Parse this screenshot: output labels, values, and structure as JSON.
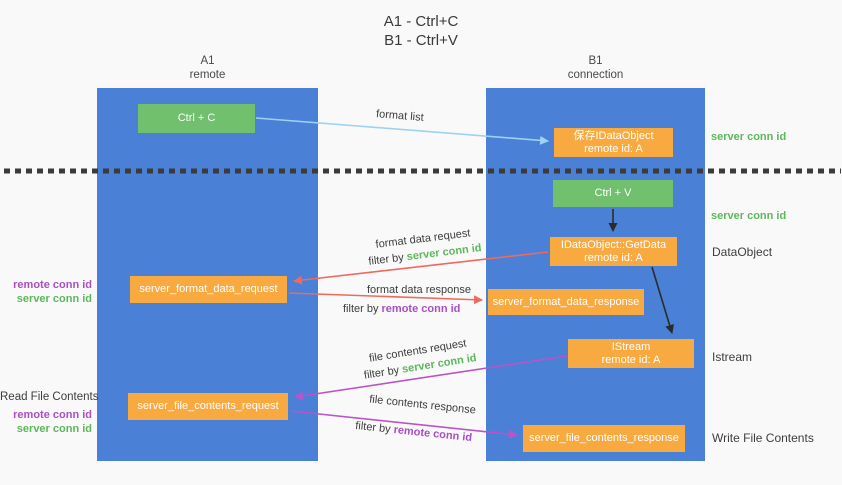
{
  "title": {
    "line1": "A1 - Ctrl+C",
    "line2": "B1 - Ctrl+V"
  },
  "lanes": {
    "left": {
      "name": "A1",
      "subtitle": "remote"
    },
    "right": {
      "name": "B1",
      "subtitle": "connection"
    }
  },
  "boxes": {
    "ctrl_c": {
      "label": "Ctrl + C"
    },
    "save_dataobject": {
      "line1": "保存IDataObject",
      "line2": "remote id: A"
    },
    "ctrl_v": {
      "label": "Ctrl + V"
    },
    "getdata": {
      "line1": "IDataObject::GetData",
      "line2": "remote id: A"
    },
    "format_request": {
      "label": "server_format_data_request"
    },
    "format_response": {
      "label": "server_format_data_response"
    },
    "istream": {
      "line1": "IStream",
      "line2": "remote id: A"
    },
    "file_request": {
      "label": "server_file_contents_request"
    },
    "file_response": {
      "label": "server_file_contents_response"
    }
  },
  "arrow_labels": {
    "format_list": "format list",
    "filter_by": "filter by",
    "format_data_request": "format data request",
    "format_data_response": "format data response",
    "file_contents_request": "file contents request",
    "file_contents_response": "file contents response",
    "server_conn_id": "server conn id",
    "remote_conn_id": "remote conn id"
  },
  "side_labels": {
    "server_conn_id_1": "server conn id",
    "server_conn_id_2": "server conn id",
    "dataobject": "DataObject",
    "istream": "Istream",
    "write_file_contents": "Write File Contents",
    "read_file_contents": "Read File Contents",
    "remote_conn_id_left_1": "remote conn id",
    "server_conn_id_left_1": "server conn id",
    "remote_conn_id_left_2": "remote conn id",
    "server_conn_id_left_2": "server conn id"
  },
  "colors": {
    "lane_blue": "#4a80d6",
    "box_green": "#71c06e",
    "box_orange": "#f8a93f",
    "arrow_light_blue": "#9ed2f0",
    "arrow_red": "#ed6a5c",
    "arrow_magenta": "#bb54c6",
    "arrow_black": "#2b2b2b",
    "id_green": "#5cb85c",
    "id_purple": "#a94fc4",
    "separator_dark": "#3b3b3b"
  }
}
